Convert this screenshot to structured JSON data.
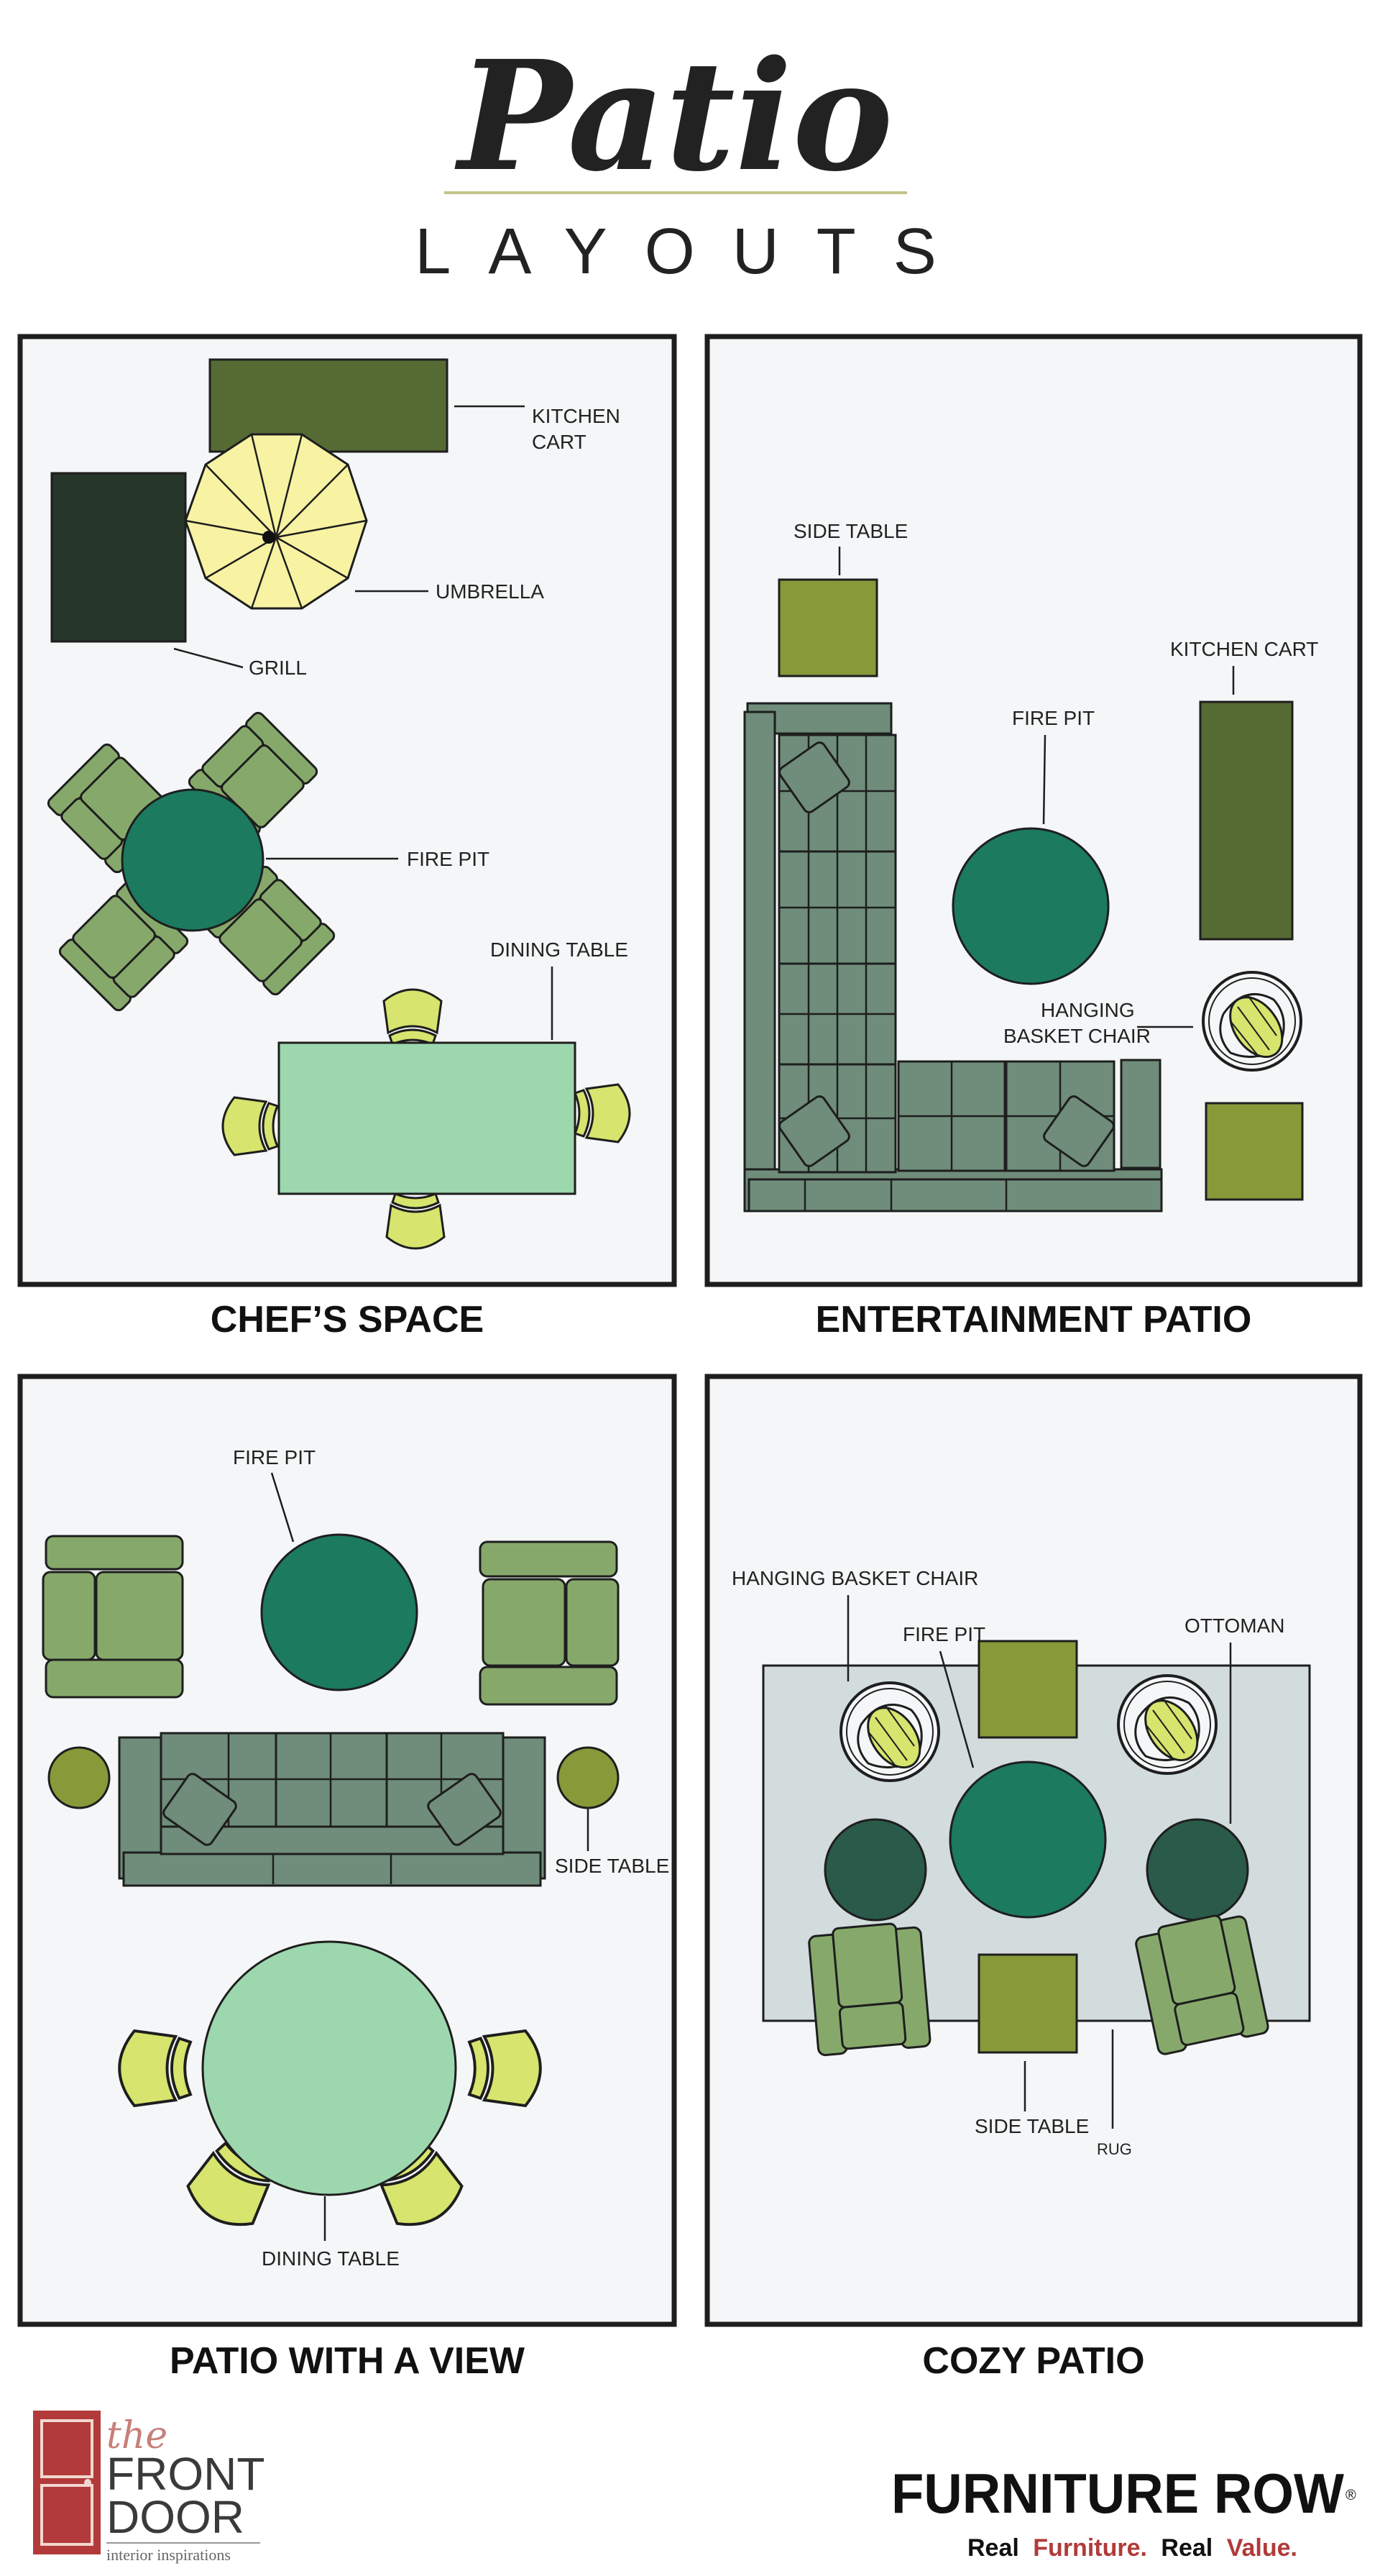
{
  "header": {
    "title": "Patio",
    "subtitle": "LAYOUTS"
  },
  "colors": {
    "panel_bg": "#f4f6f7",
    "dark_olive": "#566b34",
    "charcoal_green": "#26362a",
    "umbrella_yellow": "#f8f3a2",
    "chair_green": "#86a96b",
    "fire_pit": "#1c7a5e",
    "dining_table": "#9dd7ae",
    "chair_yellow": "#d7e46d",
    "sofa_green": "#6f8d7a",
    "olive": "#869a3a",
    "dark_teal": "#2a5a4a",
    "rug": "#d2dcdc",
    "brand_red": "#b23a3a",
    "brand_dark": "#111111"
  },
  "panels": {
    "chefs_space": {
      "caption": "CHEF’S SPACE",
      "labels": {
        "kitchen_cart": [
          "KITCHEN",
          "CART"
        ],
        "umbrella": "UMBRELLA",
        "grill": "GRILL",
        "fire_pit": "FIRE PIT",
        "dining_table": "DINING TABLE"
      }
    },
    "entertainment_patio": {
      "caption": "ENTERTAINMENT PATIO",
      "labels": {
        "side_table": "SIDE TABLE",
        "kitchen_cart": "KITCHEN CART",
        "fire_pit": "FIRE PIT",
        "hanging_basket_chair": [
          "HANGING",
          "BASKET CHAIR"
        ]
      }
    },
    "patio_with_a_view": {
      "caption": "PATIO WITH A VIEW",
      "labels": {
        "fire_pit": "FIRE PIT",
        "side_table": "SIDE TABLE",
        "dining_table": "DINING TABLE"
      }
    },
    "cozy_patio": {
      "caption": "COZY PATIO",
      "labels": {
        "hanging_basket_chair": "HANGING BASKET CHAIR",
        "fire_pit": "FIRE PIT",
        "ottoman": "OTTOMAN",
        "side_table": "SIDE TABLE",
        "rug": "RUG"
      }
    }
  },
  "footer": {
    "front_door": {
      "the": "the",
      "line1": "FRONT",
      "line2": "DOOR",
      "tagline": "interior inspirations"
    },
    "furniture_row": {
      "name": "FURNITURE ROW",
      "reg": "®",
      "tag_real1": "Real",
      "tag_furniture": "Furniture.",
      "tag_real2": "Real",
      "tag_value": "Value."
    }
  }
}
